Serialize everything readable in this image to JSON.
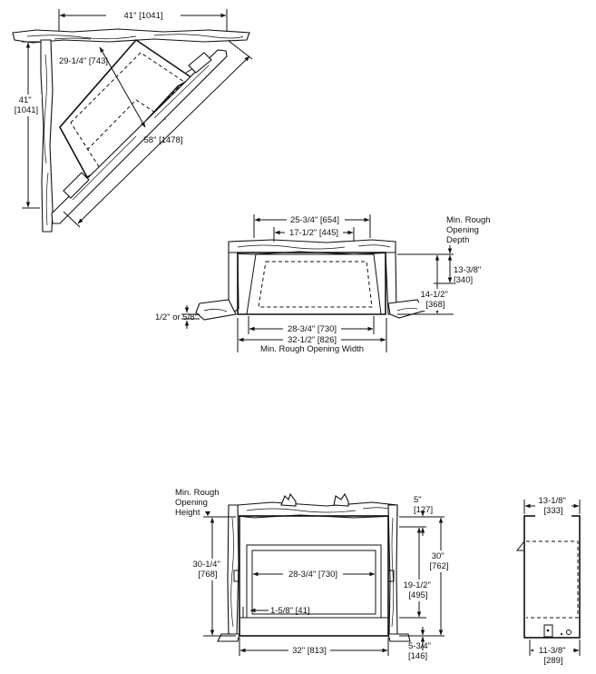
{
  "corner_view": {
    "top_width": "41\" [1041]",
    "side_depth": "41\" [1041]",
    "unit_depth": "29-1/4\" [743]",
    "diagonal": "58\" [1478]"
  },
  "top_view": {
    "top_width": "25-3/4\" [654]",
    "inner_width": "17-1/2\" [445]",
    "front_width": "28-3/4\" [730]",
    "rough_width": "32-1/2\" [826]",
    "rough_width_label": "Min. Rough Opening Width",
    "rough_depth_label": "Min. Rough Opening Depth",
    "depth_upper": "13-3/8\" [340]",
    "depth_lower": "14-1/2\" [368]",
    "floor_offset": "1/2\" or 5/8\""
  },
  "front_view": {
    "rough_height_label": "Min. Rough Opening Height",
    "left_height": "30-1/4\" [768]",
    "opening_width": "28-3/4\" [730]",
    "bottom_offset": "1-5/8\" [41]",
    "overall_width": "32\" [813]",
    "top_offset": "5\" [127]",
    "overall_height": "30\" [762]",
    "inner_height": "19-1/2\" [495]",
    "base_height": "5-3/4\" [146]"
  },
  "side_view": {
    "top_depth": "13-1/8\" [333]",
    "bottom_depth": "11-3/8\" [289]"
  }
}
